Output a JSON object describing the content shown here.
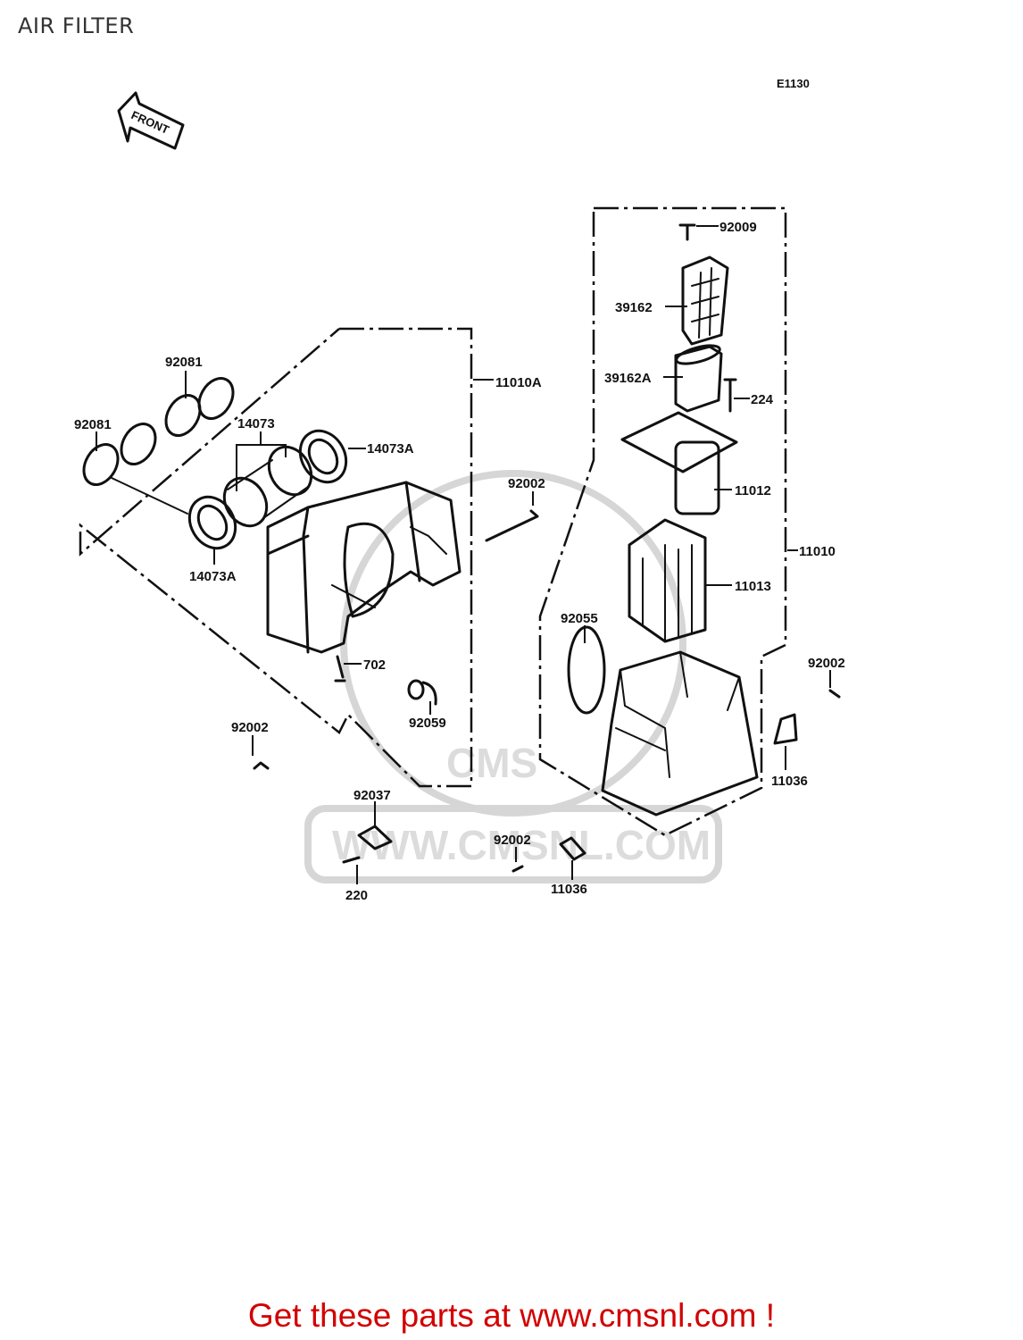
{
  "page": {
    "title": "AIR FILTER",
    "diagram_code": "E1130",
    "front_arrow_label": "FRONT"
  },
  "watermark": {
    "logo_text": "CMS",
    "site_text": "WWW.CMSNL.COM"
  },
  "parts": [
    {
      "id": "p92009",
      "label": "92009"
    },
    {
      "id": "p39162",
      "label": "39162"
    },
    {
      "id": "p39162A",
      "label": "39162A"
    },
    {
      "id": "p224",
      "label": "224"
    },
    {
      "id": "p11010A",
      "label": "11010A"
    },
    {
      "id": "p92081a",
      "label": "92081"
    },
    {
      "id": "p92081b",
      "label": "92081"
    },
    {
      "id": "p14073",
      "label": "14073"
    },
    {
      "id": "p14073Aa",
      "label": "14073A"
    },
    {
      "id": "p14073Ab",
      "label": "14073A"
    },
    {
      "id": "p11012",
      "label": "11012"
    },
    {
      "id": "p92002a",
      "label": "92002"
    },
    {
      "id": "p11010",
      "label": "11010"
    },
    {
      "id": "p11013",
      "label": "11013"
    },
    {
      "id": "p92055",
      "label": "92055"
    },
    {
      "id": "p702",
      "label": "702"
    },
    {
      "id": "p92002b",
      "label": "92002"
    },
    {
      "id": "p92059",
      "label": "92059"
    },
    {
      "id": "p92002c",
      "label": "92002"
    },
    {
      "id": "p11036a",
      "label": "11036"
    },
    {
      "id": "p92037",
      "label": "92037"
    },
    {
      "id": "p92002d",
      "label": "92002"
    },
    {
      "id": "p11036b",
      "label": "11036"
    },
    {
      "id": "p220",
      "label": "220"
    }
  ],
  "footer": {
    "text": "Get these parts at www.cmsnl.com !"
  }
}
